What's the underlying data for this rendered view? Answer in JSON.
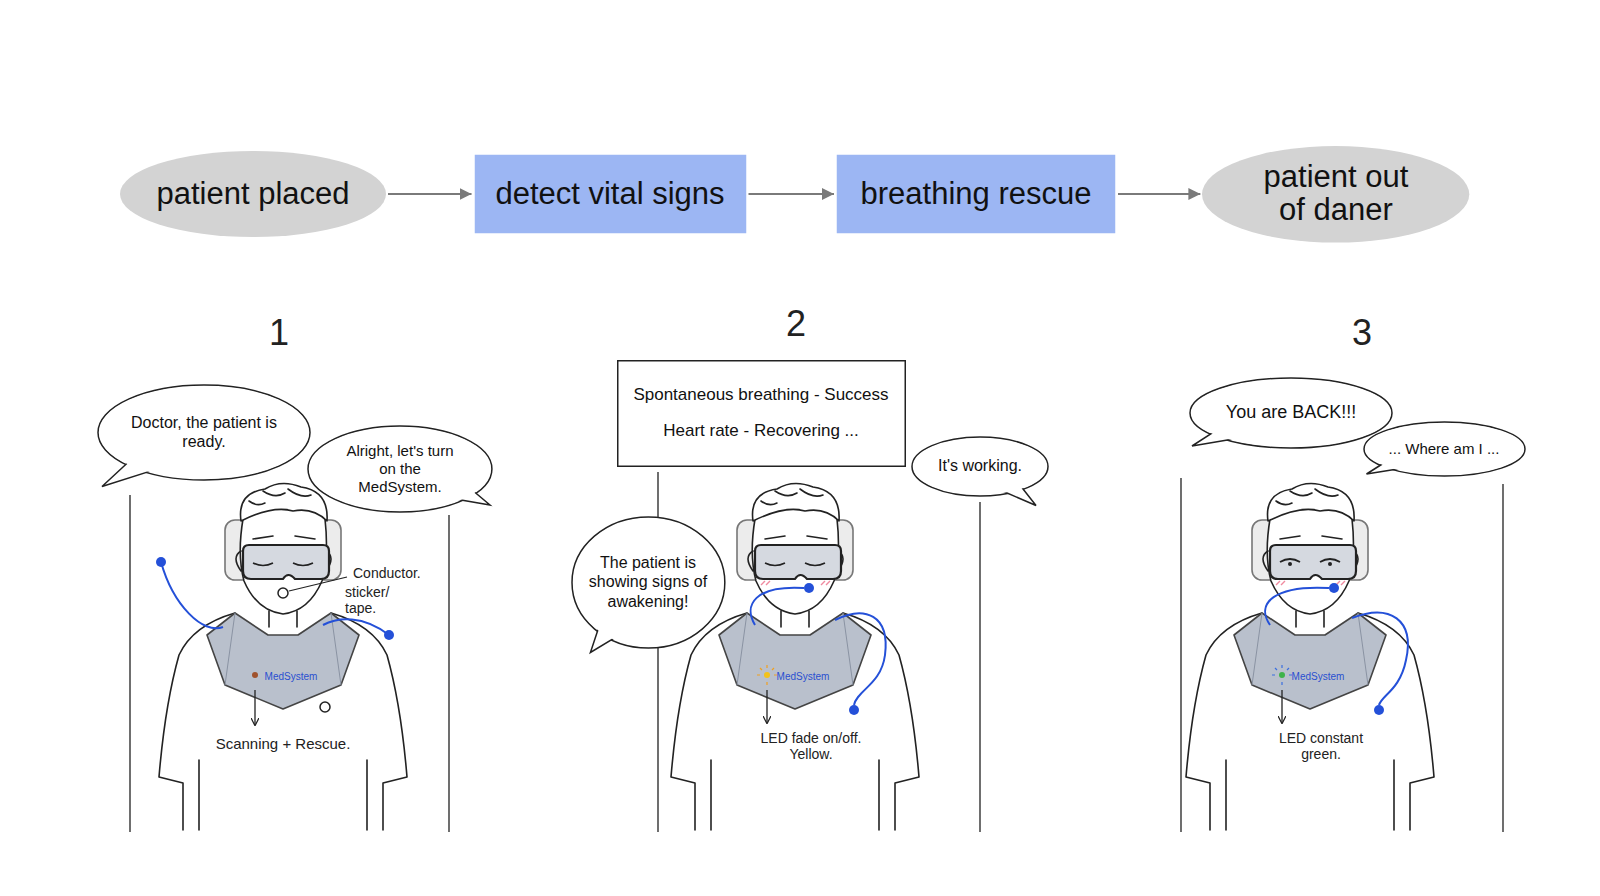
{
  "diagram": {
    "nodes": [
      {
        "text": [
          "patient placed"
        ]
      },
      {
        "text": [
          "detect vital signs"
        ]
      },
      {
        "text": [
          "breathing rescue"
        ]
      },
      {
        "text": [
          "patient out of daner"
        ]
      },
      {
        "text": [
          "Doctor, the patient is ready."
        ]
      },
      {
        "text": [
          "Alright, let's turn on the MedSystem."
        ]
      },
      {
        "text": [
          "Spontaneous breathing - Success",
          "Heart rate - Recovering ..."
        ]
      },
      {
        "text": [
          "The patient is showing signs of awakening!"
        ]
      },
      {
        "text": [
          "It's working."
        ]
      },
      {
        "text": [
          "You are BACK!!!"
        ]
      },
      {
        "text": [
          "... Where am I ..."
        ]
      }
    ],
    "edges": [
      {
        "from": 0,
        "to": 1,
        "arrow": "to"
      },
      {
        "from": 1,
        "to": 2,
        "arrow": "to"
      },
      {
        "from": 2,
        "to": 3,
        "arrow": "to"
      }
    ],
    "labels": [
      "1",
      "Conductor.",
      "sticker/ tape.",
      "MedSystem",
      "Scanning + Rescue.",
      "2",
      "MedSystem",
      "LED fade on/off. Yellow.",
      "3",
      "MedSystem",
      "LED constant green."
    ]
  }
}
